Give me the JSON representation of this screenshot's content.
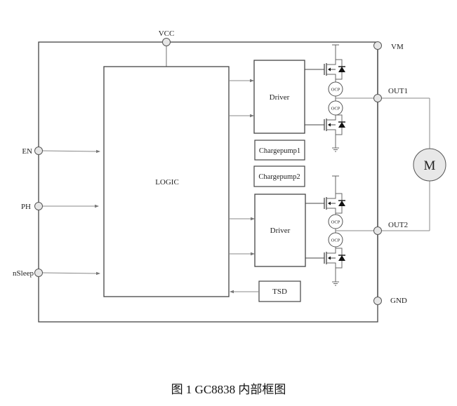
{
  "diagram": {
    "title_pin": "VCC",
    "blocks": {
      "logic": "LOGIC",
      "driver1": "Driver",
      "driver2": "Driver",
      "chargepump1": "Chargepump1",
      "chargepump2": "Chargepump2",
      "tsd": "TSD"
    },
    "left_pins": [
      "EN",
      "PH",
      "nSleep"
    ],
    "right_pins": {
      "vm": "VM",
      "out1": "OUT1",
      "out2": "OUT2",
      "gnd": "GND"
    },
    "ocp_label": "OCP",
    "motor_label": "M",
    "colors": {
      "line": "#444444",
      "signal_line": "#888888",
      "pin_fill": "#e6e6e6",
      "motor_fill": "#e8e8e8"
    }
  },
  "caption": "图 1 GC8838 内部框图"
}
